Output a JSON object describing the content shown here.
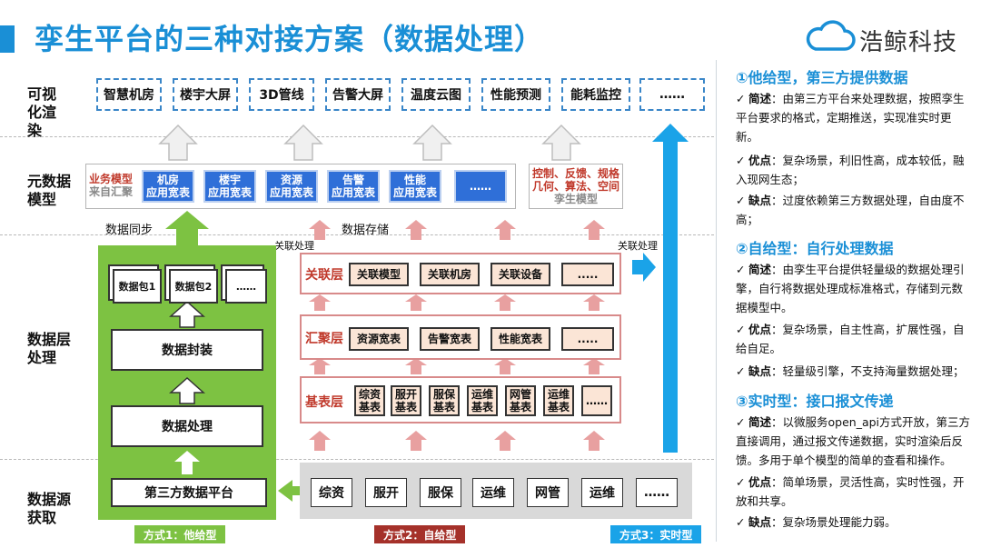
{
  "header": {
    "title": "孪生平台的三种对接方案（数据处理）",
    "logo_text": "浩鲸科技"
  },
  "rows": {
    "visual": "可视化渲染",
    "meta": "元数据模型",
    "layer": "数据层处理",
    "source": "数据源获取"
  },
  "visual_boxes": [
    "智慧机房",
    "楼宇大屏",
    "3D管线",
    "告警大屏",
    "温度云图",
    "性能预测",
    "能耗监控",
    "……"
  ],
  "meta": {
    "left_label_1": "业务模型",
    "left_label_2": "来自汇聚",
    "boxes": [
      {
        "l1": "机房",
        "l2": "应用宽表"
      },
      {
        "l1": "楼宇",
        "l2": "应用宽表"
      },
      {
        "l1": "资源",
        "l2": "应用宽表"
      },
      {
        "l1": "告警",
        "l2": "应用宽表"
      },
      {
        "l1": "性能",
        "l2": "应用宽表"
      },
      {
        "l1": "……",
        "l2": ""
      }
    ],
    "right_text_1": "控制、反馈、规格",
    "right_text_2": "几何、算法、空间",
    "right_text_3": "孪生模型"
  },
  "labels": {
    "sync": "数据同步",
    "storage": "数据存储",
    "assoc_left": "关联处理",
    "assoc_right": "关联处理"
  },
  "green": {
    "packages": [
      "数据包1",
      "数据包2",
      "……"
    ],
    "encapsulate": "数据封装",
    "process": "数据处理",
    "platform": "第三方数据平台"
  },
  "layers": {
    "assoc": {
      "label": "关联层",
      "items": [
        "关联模型",
        "关联机房",
        "关联设备",
        "....."
      ]
    },
    "summary": {
      "label": "汇聚层",
      "items": [
        "资源宽表",
        "告警宽表",
        "性能宽表",
        "....."
      ]
    },
    "base": {
      "label": "基表层",
      "items": [
        {
          "l1": "综资",
          "l2": "基表"
        },
        {
          "l1": "服开",
          "l2": "基表"
        },
        {
          "l1": "服保",
          "l2": "基表"
        },
        {
          "l1": "运维",
          "l2": "基表"
        },
        {
          "l1": "网管",
          "l2": "基表"
        },
        {
          "l1": "运维",
          "l2": "基表"
        },
        {
          "l1": "……",
          "l2": ""
        }
      ]
    }
  },
  "sources": [
    "综资",
    "服开",
    "服保",
    "运维",
    "网管",
    "运维",
    "……"
  ],
  "methods": {
    "m1": "方式1：他给型",
    "m2": "方式2：自给型",
    "m3": "方式3：实时型"
  },
  "colors": {
    "brand_blue": "#1a8fd6",
    "green": "#7dc242",
    "red": "#c0392b",
    "cyan_arrow": "#1aa3e8",
    "pink_arrow": "#e8a0a0"
  },
  "right_panel": [
    {
      "head": "①他给型，第三方提供数据",
      "items": [
        {
          "k": "简述",
          "v": "：由第三方平台来处理数据，按照孪生平台要求的格式，定期推送，实现准实时更新。"
        },
        {
          "k": "优点",
          "v": "：复杂场景，利旧性高，成本较低，融入现网生态；"
        },
        {
          "k": "缺点",
          "v": "：过度依赖第三方数据处理，自由度不高；"
        }
      ]
    },
    {
      "head": "②自给型：自行处理数据",
      "items": [
        {
          "k": "简述",
          "v": "：由孪生平台提供轻量级的数据处理引擎，自行将数据处理成标准格式，存储到元数据模型中。"
        },
        {
          "k": "优点",
          "v": "：复杂场景，自主性高，扩展性强，自给自足。"
        },
        {
          "k": "缺点",
          "v": "：轻量级引擎，不支持海量数据处理；"
        }
      ]
    },
    {
      "head": "③实时型：接口报文传递",
      "items": [
        {
          "k": "简述",
          "v": "：以微服务open_api方式开放，第三方直接调用，通过报文传递数据，实时渲染后反馈。多用于单个模型的简单的查看和操作。"
        },
        {
          "k": "优点",
          "v": "：简单场景，灵活性高，实时性强，开放和共享。"
        },
        {
          "k": "缺点",
          "v": "：复杂场景处理能力弱。"
        }
      ]
    }
  ]
}
